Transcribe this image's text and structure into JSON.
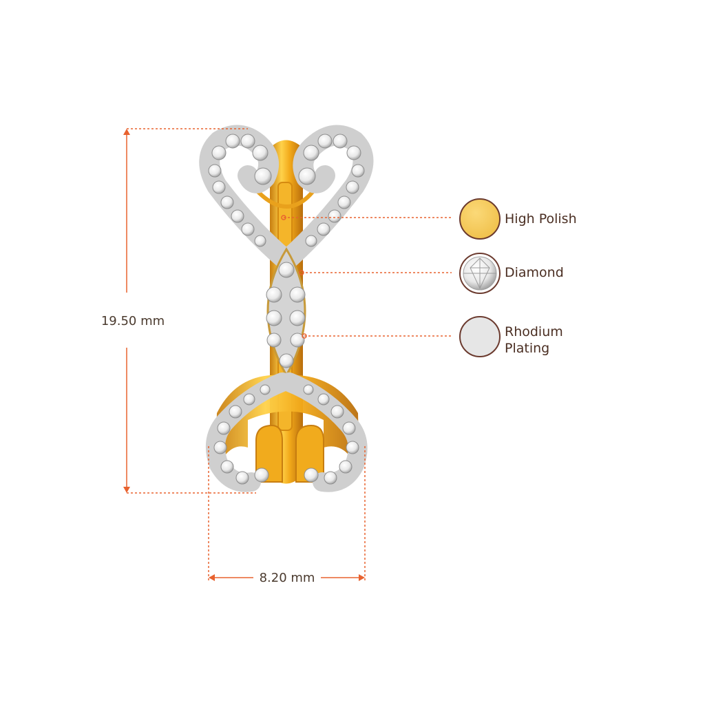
{
  "dimensions": {
    "height": "19.50 mm",
    "width": "8.20 mm"
  },
  "legend": [
    {
      "label": "High Polish",
      "swatch": "#f6cd63",
      "icon": "gold-swatch-icon"
    },
    {
      "label": "Diamond",
      "swatch": "#ffffff",
      "icon": "diamond-swatch-icon"
    },
    {
      "label": "Rhodium Plating",
      "label_line1": "Rhodium",
      "label_line2": "Plating",
      "swatch": "#e6e6e6",
      "icon": "rhodium-swatch-icon"
    }
  ],
  "colors": {
    "dimension_line": "#e8622f",
    "swatch_border": "#6b3a2e",
    "gold": "#f2b21e",
    "gold_dark": "#c77d10",
    "diamond_setting": "#d8d8d8"
  }
}
